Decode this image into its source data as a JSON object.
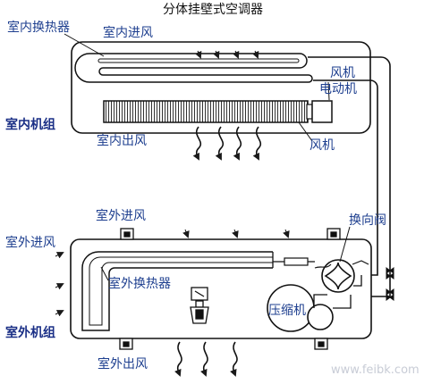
{
  "title": "分体挂壁式空调器",
  "indoor": {
    "unit_label": "室内机组",
    "heat_exchanger": "室内换热器",
    "air_in": "室内进风",
    "air_out": "室内出风",
    "fan_motor_line1": "风机",
    "fan_motor_line2": "电动机",
    "fan": "风机"
  },
  "outdoor": {
    "unit_label": "室外机组",
    "air_in_top": "室外进风",
    "air_in_left": "室外进风",
    "heat_exchanger": "室外换热器",
    "compressor": "压缩机",
    "reversing_valve": "换向阀",
    "air_out": "室外出风"
  },
  "watermark": "www.feibk.com"
}
